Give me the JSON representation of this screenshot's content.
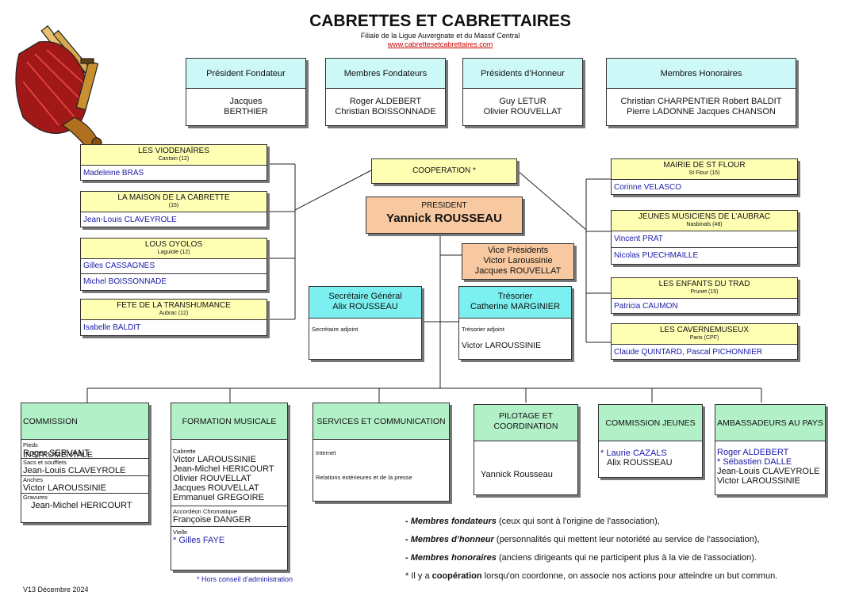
{
  "header": {
    "title": "CABRETTES ET CABRETTAIRES",
    "subtitle": "Filiale de la Ligue Auvergnate et du Massif Central",
    "website": "www.cabrettesetcabrettaires.com"
  },
  "top_roles": [
    {
      "title": "Président Fondateur",
      "names": [
        "Jacques",
        "BERTHIER"
      ]
    },
    {
      "title": "Membres Fondateurs",
      "names": [
        "Roger ALDEBERT",
        "Christian BOISSONNADE"
      ]
    },
    {
      "title": "Présidents d’Honneur",
      "names": [
        "Guy LETUR",
        "Olivier ROUVELLAT"
      ]
    },
    {
      "title": "Membres Honoraires",
      "names": [
        "Christian CHARPENTIER Robert BALDIT",
        "Pierre LADONNE Jacques CHANSON"
      ]
    }
  ],
  "left_groups": [
    {
      "name": "LES VIODENAÏRES",
      "place": "Cantoin (12)",
      "members": [
        "Madeleine BRAS"
      ]
    },
    {
      "name": "LA MAISON DE LA CABRETTE",
      "place": "(15)",
      "members": [
        "Jean-Louis CLAVEYROLE"
      ]
    },
    {
      "name": "LOUS OYOLOS",
      "place": "Laguiole (12)",
      "members": [
        "Gilles CASSAGNES",
        "Michel BOISSONNADE"
      ]
    },
    {
      "name": "FETE DE LA TRANSHUMANCE",
      "place": "Aubrac (12)",
      "members": [
        "Isabelle BALDIT"
      ]
    }
  ],
  "right_groups": [
    {
      "name": "MAIRIE DE ST FLOUR",
      "place": "St Flour (15)",
      "members": [
        "Corinne VELASCO"
      ]
    },
    {
      "name": "JEUNES MUSICIENS DE L’AUBRAC",
      "place": "Nasbinals (48)",
      "members": [
        "Vincent PRAT",
        "Nicolas PUECHMAILLE"
      ]
    },
    {
      "name": "LES ENFANTS DU TRAD",
      "place": "Prunet (15)",
      "members": [
        "Patricia CAUMON"
      ]
    },
    {
      "name": "LES CAVERNEMUSEUX",
      "place": "Paris (CPF)",
      "members": [
        "Claude QUINTARD, Pascal PICHONNIER"
      ]
    }
  ],
  "cooperation": "COOPERATION *",
  "president": {
    "label": "PRESIDENT",
    "name": "Yannick ROUSSEAU"
  },
  "vice": {
    "label": "Vice Présidents",
    "names": [
      "Victor Laroussinie",
      "Jacques ROUVELLAT"
    ]
  },
  "secretaire": {
    "title": "Secrétaire Général",
    "name": "Alix ROUSSEAU",
    "adjoint_label": "Secrétaire adjoint"
  },
  "tresorier": {
    "title": "Trésorier",
    "name": "Catherine MARGINIER",
    "adjoint_label": "Trésorier adjoint",
    "adjoint": "Victor LAROUSSINIE"
  },
  "commissions": {
    "instrumentale": {
      "title": "COMMISSION INSTRUMENTALE",
      "sections": [
        {
          "label": "Pieds",
          "name": "Roger SERVANT"
        },
        {
          "label": "Sacs et soufflets",
          "name": "Jean-Louis CLAVEYROLE"
        },
        {
          "label": "Anches",
          "name": "Victor LAROUSSINIE"
        },
        {
          "label": "Gravures",
          "name": "Jean-Michel HERICOURT"
        }
      ]
    },
    "formation": {
      "title": "FORMATION MUSICALE",
      "cabrette_label": "Cabrette",
      "cabrette": [
        "Victor LAROUSSINIE",
        "Jean-Michel HERICOURT",
        "Olivier ROUVELLAT",
        "Jacques ROUVELLAT",
        "Emmanuel GREGOIRE"
      ],
      "accordeon_label": "Accordéon Chromatique",
      "accordeon": "Françoise DANGER",
      "vielle_label": "Vielle",
      "vielle": "* Gilles FAYE"
    },
    "services": {
      "title": "SERVICES ET COMMUNICATION",
      "items": [
        "Internet",
        "Relations extérieures et de la presse"
      ]
    },
    "pilotage": {
      "title": "PILOTAGE ET COORDINATION",
      "name": "Yannick Rousseau"
    },
    "jeunes": {
      "title": "COMMISSION JEUNES",
      "names": [
        "* Laurie CAZALS",
        "Alix ROUSSEAU"
      ]
    },
    "ambassadeurs": {
      "title": "AMBASSADEURS AU PAYS",
      "names": [
        "Roger ALDEBERT",
        "* Sébastien DALLE",
        "Jean-Louis CLAVEYROLE",
        "Victor LAROUSSINIE"
      ]
    }
  },
  "footnote_conseil": "* Hors conseil d’administration",
  "legend": [
    {
      "term": "- Membres fondateurs",
      "text": " (ceux qui sont à l'origine de l'association),"
    },
    {
      "term": "- Membres d’honneur",
      "text": " (personnalités qui mettent leur notoriété au service de l'association),"
    },
    {
      "term": "- Membres honoraires",
      "text": " (anciens dirigeants qui ne participent plus à la vie de l'association)."
    }
  ],
  "legend_coop": {
    "star": "* Il y a ",
    "term": "coopération",
    "text": " lorsqu'on coordonne, on associe nos actions pour atteindre un but commun."
  },
  "version": "V13 Décembre 2024",
  "colors": {
    "yellow": "#ffffb4",
    "cyan": "#ccf8f8",
    "green": "#b2f0c8",
    "peach": "#f8c8a0",
    "link_blue": "#1a1aa8",
    "web_red": "#cc0000"
  },
  "icons": {
    "bagpipe": "cabrette-bagpipe-illustration"
  }
}
